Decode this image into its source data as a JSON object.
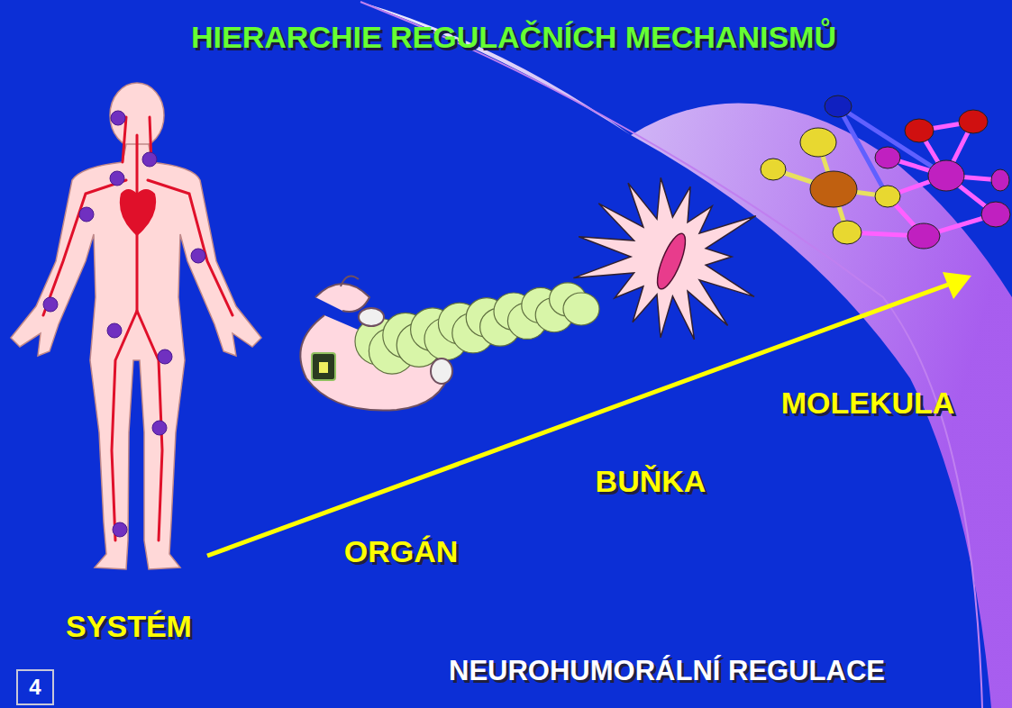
{
  "diagram": {
    "title": "HIERARCHIE REGULAČNÍCH MECHANISMŮ",
    "nodes": [
      {
        "text": [
          "4"
        ]
      }
    ],
    "labels": [
      "SYSTÉM",
      "ORGÁN",
      "BUŇKA",
      "MOLEKULA",
      "NEUROHUMORÁLNÍ REGULACE"
    ]
  }
}
